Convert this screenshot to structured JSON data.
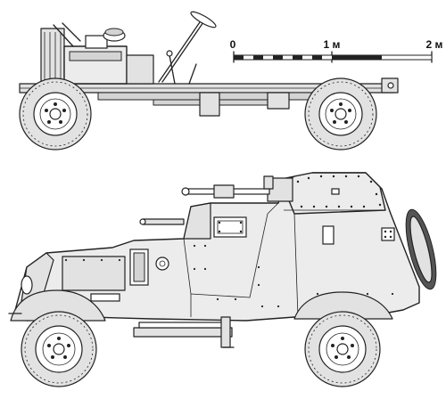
{
  "scale_bar": {
    "ticks": [
      {
        "label": "0",
        "meters": 0
      },
      {
        "label": "1 м",
        "meters": 1
      },
      {
        "label": "2 м",
        "meters": 2
      }
    ]
  },
  "colors": {
    "line": "#222222",
    "hull_fill": "#ececec",
    "background": "#ffffff"
  }
}
